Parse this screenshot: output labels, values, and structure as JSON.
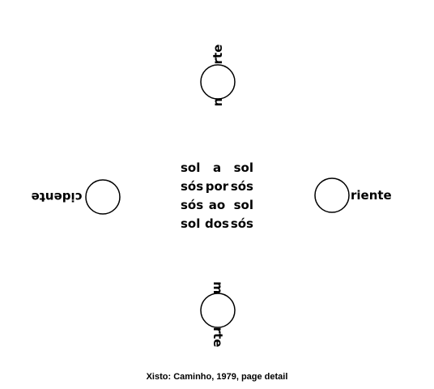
{
  "poem": {
    "north": {
      "before": "n",
      "after": "rte"
    },
    "west": {
      "word": "cidente"
    },
    "east": {
      "word": "riente"
    },
    "south": {
      "before": "m",
      "after": "rte"
    },
    "center_lines": [
      [
        "sol",
        "a",
        "sol"
      ],
      [
        "sós",
        "por",
        "sós"
      ],
      [
        "sós",
        "ao",
        "sol"
      ],
      [
        "sol",
        "dos",
        "sós"
      ]
    ]
  },
  "caption": "Xisto: Caminho, 1979, page detail",
  "colors": {
    "ink": "#000000",
    "paper": "#ffffff"
  }
}
